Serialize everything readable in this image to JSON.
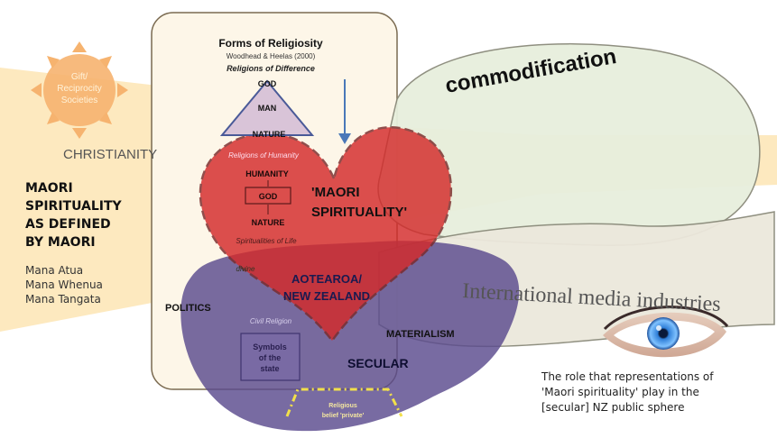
{
  "sun": {
    "text_lines": [
      "Gift/",
      "Reciprocity",
      "Societies"
    ]
  },
  "christianity": "CHRISTIANITY",
  "maori_defined": {
    "lines": [
      "MAORI",
      "SPIRITUALITY",
      "AS DEFINED",
      "BY MAORI"
    ]
  },
  "mana": [
    "Mana Atua",
    "Mana Whenua",
    "Mana Tangata"
  ],
  "forms": {
    "title": "Forms of Religiosity",
    "citation": "Woodhead & Heelas (2000)",
    "difference": "Religions of Difference",
    "god": "GOD",
    "man": "MAN",
    "nature": "NATURE",
    "humanity_label": "Religions of Humanity",
    "humanity": "HUMANITY",
    "god2": "GOD",
    "nature2": "NATURE",
    "spirituality_life": "Spiritualities of Life",
    "divine": "divine",
    "civil": "Civil Religion",
    "symbols": [
      "Symbols",
      "of the",
      "state"
    ]
  },
  "heart_label": [
    "'MAORI",
    "SPIRITUALITY'"
  ],
  "aotearoa": [
    "AOTEAROA/",
    "NEW ZEALAND"
  ],
  "politics": "POLITICS",
  "materialism": "MATERIALISM",
  "secular": "SECULAR",
  "religious_private": [
    "Religious",
    "belief 'private'"
  ],
  "commodification": "commodification",
  "media": "International media industries",
  "caption_lines": [
    "The role that representations of",
    "'Maori spirituality' play in the",
    "[secular]  NZ public sphere"
  ],
  "colors": {
    "sun": "#f6b36f",
    "band": "#fde7b8",
    "heart": "#d42a2a",
    "secular_blob": "#5a4a8e",
    "commod_bubble": "#e7efdd",
    "media_band": "#ece8dc",
    "forms_box": "#fdf6e8"
  }
}
